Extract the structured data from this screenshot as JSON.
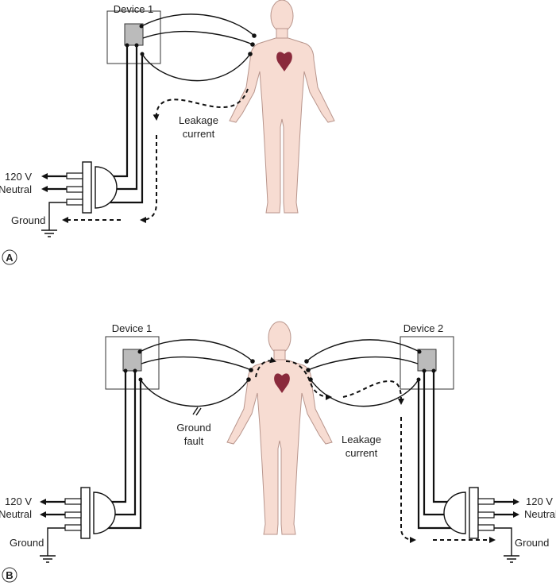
{
  "panel_a": {
    "label": "A",
    "device_label": "Device 1",
    "leakage_label_line1": "Leakage",
    "leakage_label_line2": "current",
    "plug_labels": {
      "hot": "120 V",
      "neutral": "Neutral",
      "ground": "Ground"
    }
  },
  "panel_b": {
    "label": "B",
    "device1_label": "Device 1",
    "device2_label": "Device 2",
    "fault_label_line1": "Ground",
    "fault_label_line2": "fault",
    "leakage_label_line1": "Leakage",
    "leakage_label_line2": "current",
    "left_plug_labels": {
      "hot": "120 V",
      "neutral": "Neutral",
      "ground": "Ground"
    },
    "right_plug_labels": {
      "hot": "120 V",
      "neutral": "Neutral",
      "ground": "Ground"
    }
  },
  "colors": {
    "body": "#f7dcd2",
    "heart": "#8a2a3c",
    "module": "#bbbbbb"
  }
}
